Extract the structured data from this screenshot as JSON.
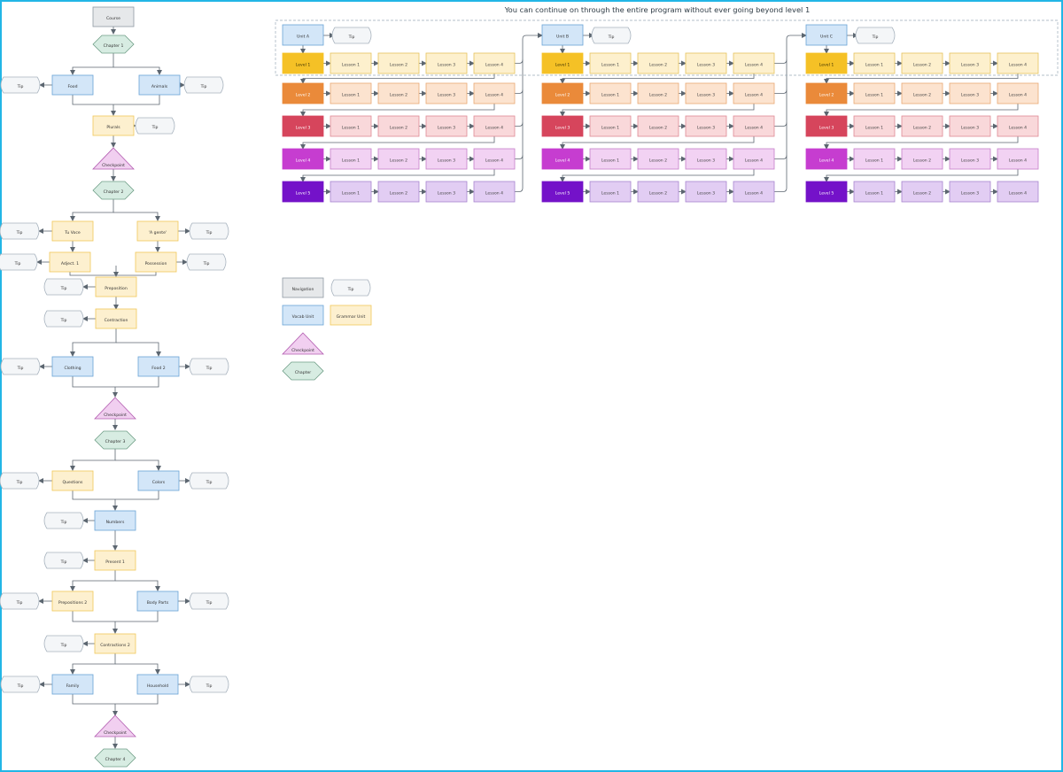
{
  "title": "You can continue on through the entire program without ever going beyond level 1",
  "colors": {
    "border": "#22b6e6",
    "nav_fill": "#e6e8ea",
    "nav_stroke": "#8f98a2",
    "vocab_fill": "#d3e6f8",
    "vocab_stroke": "#6aa3d6",
    "grammar_fill": "#fdf0cf",
    "grammar_stroke": "#f0c85a",
    "tip_fill": "#f4f6f8",
    "tip_stroke": "#a9b4bf",
    "chapter_fill": "#d7ece2",
    "chapter_stroke": "#6f9e87",
    "checkpoint_fill": "#f1cff0",
    "checkpoint_stroke": "#b25cb0",
    "line": "#5c6670"
  },
  "left_flow": {
    "course": "Course",
    "tip": "Tip",
    "chapters": [
      "Chapter 1",
      "Chapter 2",
      "Chapter 3",
      "Chapter 4"
    ],
    "checkpoint": "Checkpoint",
    "units": {
      "food": "Food",
      "animals": "Animals",
      "plurals": "Plurals",
      "tu_voce": "Tu Voce",
      "a_gente": "'A gente'",
      "adject_1": "Adject. 1",
      "possession": "Possession",
      "preposition": "Preposition",
      "contraction": "Contraction",
      "clothing": "Clothing",
      "food_2": "Food 2",
      "questions": "Questions",
      "colors": "Colors",
      "numbers": "Numbers",
      "present_1": "Present 1",
      "prepositions_2": "Prepositions 2",
      "body_parts": "Body Parts",
      "contractions_2": "Contractions 2",
      "family": "Family",
      "household": "Household"
    }
  },
  "units_grid": [
    {
      "unit": "Unit A",
      "tip": "Tip",
      "levels": [
        "Level 1",
        "Level 2",
        "Level 3",
        "Level 4",
        "Level 5"
      ],
      "lessons": [
        "Lesson 1",
        "Lesson 2",
        "Lesson 3",
        "Lesson 4"
      ]
    },
    {
      "unit": "Unit B",
      "tip": "Tip",
      "levels": [
        "Level 1",
        "Level 2",
        "Level 3",
        "Level 4",
        "Level 5"
      ],
      "lessons": [
        "Lesson 1",
        "Lesson 2",
        "Lesson 3",
        "Lesson 4"
      ]
    },
    {
      "unit": "Unit C",
      "tip": "Tip",
      "levels": [
        "Level 1",
        "Level 2",
        "Level 3",
        "Level 4",
        "Level 5"
      ],
      "lessons": [
        "Lesson 1",
        "Lesson 2",
        "Lesson 3",
        "Lesson 4"
      ]
    }
  ],
  "level_colors": {
    "strong": [
      "#f5c126",
      "#ea8a3a",
      "#d6455c",
      "#c63dd0",
      "#7412c9"
    ],
    "light": [
      "#fdf0cd",
      "#fce3cf",
      "#f9d8da",
      "#f2d2f3",
      "#e2cdf3"
    ],
    "stroke": [
      "#e5c35c",
      "#e8a874",
      "#df8a95",
      "#c57ec9",
      "#a884cf"
    ]
  },
  "legend": {
    "navigation": "Navigation",
    "tip": "Tip",
    "vocab_unit": "Vocab Unit",
    "grammar_unit": "Grammar Unit",
    "checkpoint": "Checkpoint",
    "chapter": "Chapter"
  }
}
